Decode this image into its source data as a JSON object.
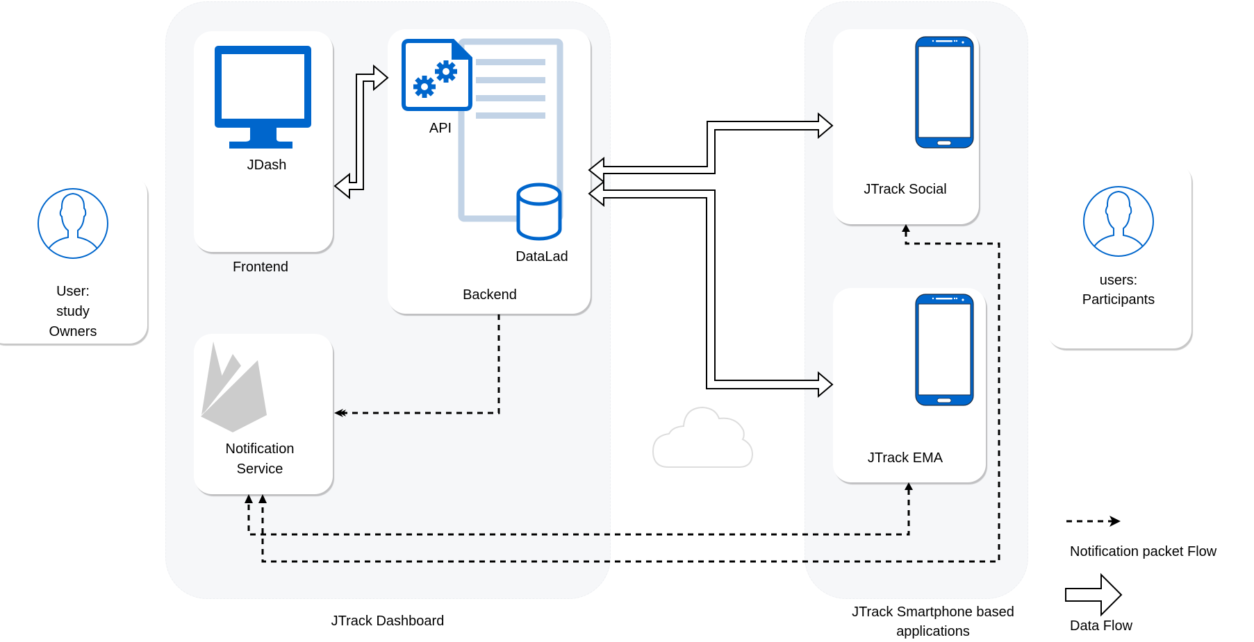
{
  "diagram": {
    "groups": {
      "dashboard": {
        "label": "JTrack Dashboard"
      },
      "smartphone": {
        "label_line1": "JTrack Smartphone based",
        "label_line2": "applications"
      }
    },
    "actors": {
      "owners": {
        "line1": "User:",
        "line2": "study",
        "line3": "Owners",
        "icon": "user-avatar-icon"
      },
      "participants": {
        "line1": "users:",
        "line2": "Participants",
        "icon": "user-avatar-icon"
      }
    },
    "components": {
      "frontend": {
        "title": "Frontend",
        "icon_label": "JDash",
        "icon": "monitor-icon"
      },
      "backend": {
        "title": "Backend",
        "api_label": "API",
        "db_label": "DataLad",
        "api_icon": "api-gears-icon",
        "db_icon": "database-icon"
      },
      "notification": {
        "title_line1": "Notification",
        "title_line2": "Service",
        "icon": "firebase-icon"
      },
      "jtrack_social": {
        "title": "JTrack Social",
        "icon": "smartphone-icon"
      },
      "jtrack_ema": {
        "title": "JTrack EMA",
        "icon": "smartphone-icon"
      },
      "cloud": {
        "icon": "cloud-icon"
      }
    },
    "connections": [
      {
        "from": "frontend",
        "to": "backend",
        "type": "data-flow",
        "bidirectional": true
      },
      {
        "from": "backend",
        "to": "jtrack_social",
        "type": "data-flow",
        "bidirectional": true
      },
      {
        "from": "backend",
        "to": "jtrack_ema",
        "type": "data-flow",
        "bidirectional": true
      },
      {
        "from": "backend",
        "to": "notification",
        "type": "notification-packet-flow"
      },
      {
        "from": "jtrack_ema",
        "to": "notification",
        "type": "notification-packet-flow",
        "bidirectional": true
      },
      {
        "from": "jtrack_social",
        "to": "notification",
        "type": "notification-packet-flow",
        "bidirectional": true
      }
    ],
    "legend": {
      "notification_flow": "Notification packet Flow",
      "data_flow": "Data Flow"
    },
    "colors": {
      "accent_blue": "#0066cc",
      "doc_light_blue": "#c2d3e6",
      "panel_bg": "#f6f7f9",
      "firebase_gray": "#cccccc",
      "cloud_gray": "#dddddd"
    }
  }
}
